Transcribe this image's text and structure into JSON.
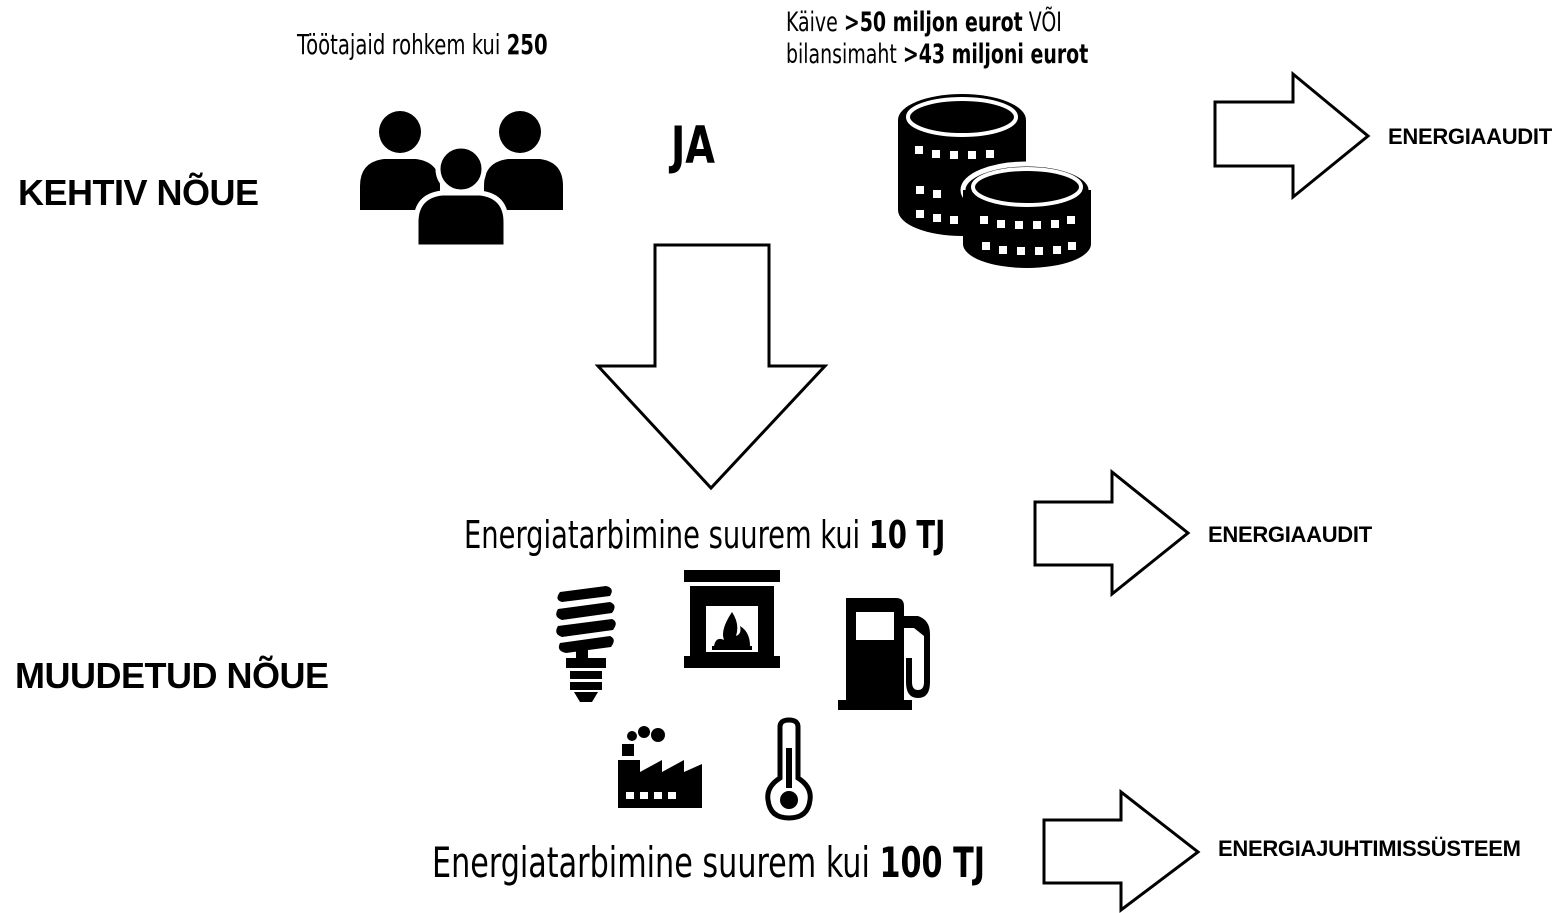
{
  "sections": {
    "current_label": "KEHTIV NÕUE",
    "changed_label": "MUUDETUD NÕUE"
  },
  "current": {
    "employees_prefix": "Töötajaid rohkem kui ",
    "employees_value": "250",
    "and_label": "JA",
    "turnover_prefix": "Käive ",
    "turnover_value": ">50 miljon eurot",
    "or_label": " VÕI",
    "balance_prefix": "bilansimaht ",
    "balance_value": ">43 miljoni eurot",
    "result": "ENERGIAAUDIT"
  },
  "changed": {
    "tier1_prefix": "Energiatarbimine suurem kui ",
    "tier1_value": "10 TJ",
    "tier1_result": "ENERGIAAUDIT",
    "tier2_prefix": "Energiatarbimine suurem kui ",
    "tier2_value": "100 TJ",
    "tier2_result": "ENERGIAJUHTIMISSÜSTEEM"
  },
  "icons": [
    "people-icon",
    "coins-icon",
    "lightbulb-icon",
    "fireplace-icon",
    "fuel-pump-icon",
    "factory-icon",
    "thermometer-icon"
  ],
  "colors": {
    "ink": "#000000",
    "background": "#ffffff"
  }
}
